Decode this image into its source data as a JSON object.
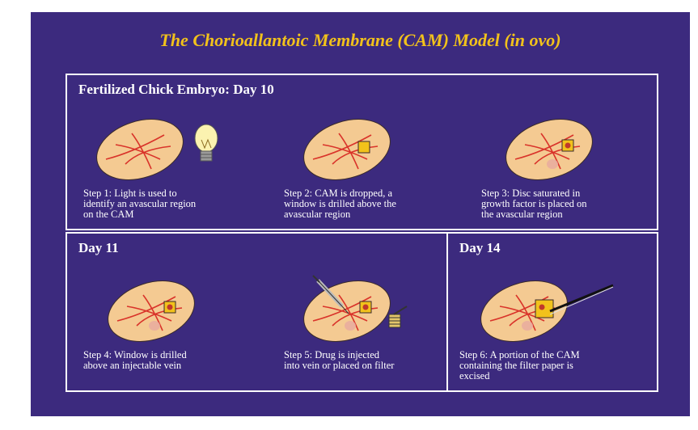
{
  "title": "The Chorioallantoic Membrane (CAM) Model (in ovo)",
  "panels": [
    {
      "heading": "Fertilized Chick Embryo: Day 10"
    },
    {
      "heading": "Day 11"
    },
    {
      "heading": "Day 14"
    }
  ],
  "steps": [
    {
      "caption_lines": [
        "Step 1: Light is used to",
        "identify an avascular region",
        "on the CAM"
      ]
    },
    {
      "caption_lines": [
        "Step 2: CAM is dropped, a",
        "window is drilled above the",
        "avascular region"
      ]
    },
    {
      "caption_lines": [
        "Step 3: Disc saturated in",
        "growth factor is placed on",
        "the avascular region"
      ]
    },
    {
      "caption_lines": [
        "Step 4: Window is drilled",
        "above an injectable vein"
      ]
    },
    {
      "caption_lines": [
        "Step 5: Drug is injected",
        "into vein or placed on filter"
      ]
    },
    {
      "caption_lines": [
        "Step 6: A portion of the CAM",
        "containing the filter paper is",
        "excised"
      ]
    }
  ],
  "colors": {
    "background": "#3c2a7e",
    "title": "#f2c21b",
    "egg": "#f4ca92",
    "vessel": "#d9332a",
    "window": "#f2c21b",
    "disc": "#d66a7a",
    "border": "#ffffff"
  },
  "icons": [
    "light-bulb-icon",
    "syringe-icon",
    "mortar-pestle-icon",
    "forceps-icon"
  ]
}
